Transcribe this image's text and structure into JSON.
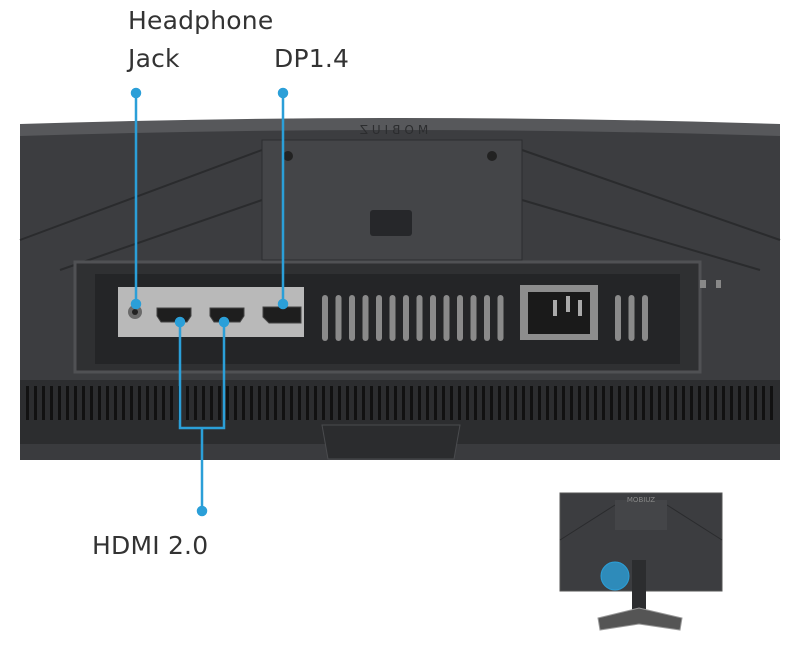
{
  "labels": {
    "headphone_line1": "Headphone",
    "headphone_line2": "Jack",
    "displayport": "DP1.4",
    "hdmi": "HDMI 2.0"
  },
  "logo_text": "MOBIUZ",
  "colors": {
    "callout": "#2b9fd8",
    "monitor_body": "#3a3b3d",
    "background": "#ffffff"
  }
}
